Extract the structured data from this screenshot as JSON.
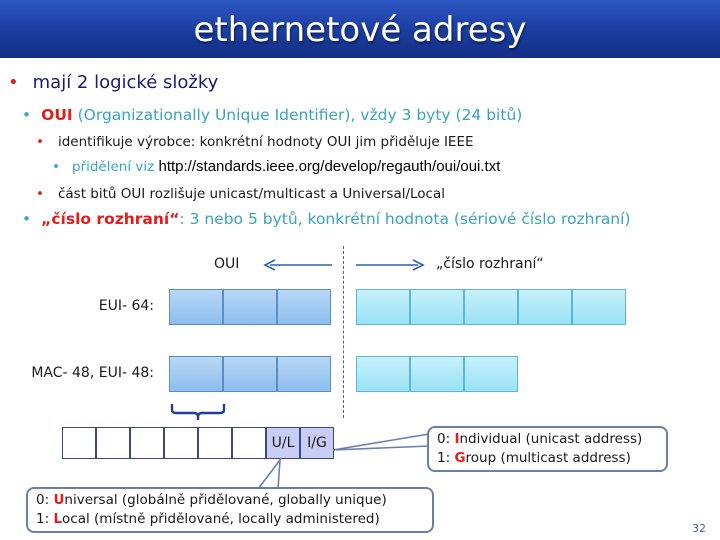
{
  "slide": {
    "title": "ethernetové adresy",
    "page_number": "32"
  },
  "bullets": {
    "l1": "mají 2 logické složky",
    "oui_term": "OUI",
    "oui_rest": " (Organizationally Unique Identifier), vždy 3 byty (24 bitů)",
    "vyrobce": "identifikuje výrobce: konkrétní hodnoty  OUI jim přiděluje  IEEE",
    "prideleni_label": "přidělení viz ",
    "prideleni_url": "http://standards.ieee.org/develop/regauth/oui/oui.txt",
    "cast_bitu": "část bitů OUI rozlišuje unicast/multicast a Universal/Local",
    "cislo_term": "„číslo rozhraní“",
    "cislo_rest": ": 3 nebo 5 bytů,  konkrétní hodnota (sériové číslo rozhraní)"
  },
  "diagram": {
    "oui_label": "OUI",
    "cislo_label": "„číslo rozhraní“",
    "eui64_label": "EUI- 64:",
    "mac_label": "MAC- 48, EUI- 48:",
    "bit_labels": [
      "",
      "",
      "",
      "",
      "",
      "",
      "U/L",
      "I/G"
    ],
    "colors": {
      "oui_cell": "#a6cbf3",
      "nic_cell": "#b3ebf9",
      "bit_highlight": "#c8cdf5",
      "accent_red": "#e41c1c",
      "accent_teal": "#35a8c2",
      "title_blue": "#1a3c9e"
    }
  },
  "callouts": {
    "ig_line1_pre": "0: ",
    "ig_line1_key": "I",
    "ig_line1_rest": "ndividual (unicast address)",
    "ig_line2_pre": "1: ",
    "ig_line2_key": "G",
    "ig_line2_rest": "roup (multicast address)",
    "ul_line1_pre": "0: ",
    "ul_line1_key": "U",
    "ul_line1_rest": "niversal (globálně přidělované, globally unique)",
    "ul_line2_pre": "1: ",
    "ul_line2_key": "L",
    "ul_line2_rest": "ocal (místně přidělované, locally administered)"
  }
}
